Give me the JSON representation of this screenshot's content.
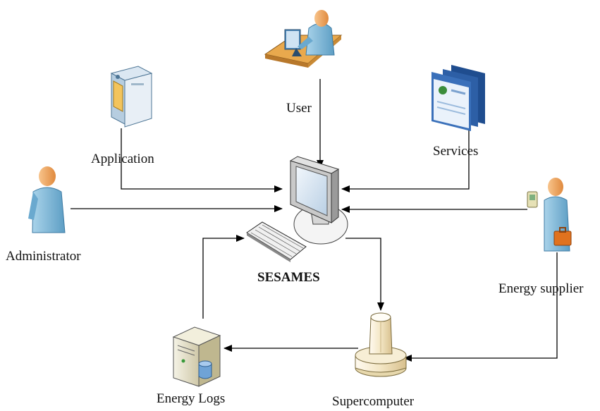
{
  "nodes": {
    "user": {
      "label": "User",
      "icon": "user-at-desk-icon"
    },
    "application": {
      "label": "Application",
      "icon": "application-server-icon"
    },
    "services": {
      "label": "Services",
      "icon": "web-services-pages-icon"
    },
    "administrator": {
      "label": "Administrator",
      "icon": "administrator-person-icon"
    },
    "sesames": {
      "label": "SESAMES",
      "icon": "computer-monitor-icon"
    },
    "energy_supplier": {
      "label": "Energy supplier",
      "icon": "businessman-icon"
    },
    "energy_logs": {
      "label": "Energy Logs",
      "icon": "server-database-icon"
    },
    "supercomputer": {
      "label": "Supercomputer",
      "icon": "supercomputer-tower-icon"
    }
  },
  "edges": [
    {
      "from": "user",
      "to": "sesames"
    },
    {
      "from": "application",
      "to": "sesames"
    },
    {
      "from": "services",
      "to": "sesames"
    },
    {
      "from": "administrator",
      "to": "sesames"
    },
    {
      "from": "energy_supplier",
      "to": "sesames"
    },
    {
      "from": "energy_supplier",
      "to": "supercomputer"
    },
    {
      "from": "sesames",
      "to": "supercomputer"
    },
    {
      "from": "supercomputer",
      "to": "energy_logs"
    },
    {
      "from": "energy_logs",
      "to": "sesames"
    }
  ],
  "colors": {
    "person_skin": "#f0a060",
    "person_body": "#7fb8d8",
    "monitor_frame": "#c8c8c8",
    "screen": "#dbe8f3",
    "pillar": "#f3e6c4",
    "line": "#000000"
  }
}
